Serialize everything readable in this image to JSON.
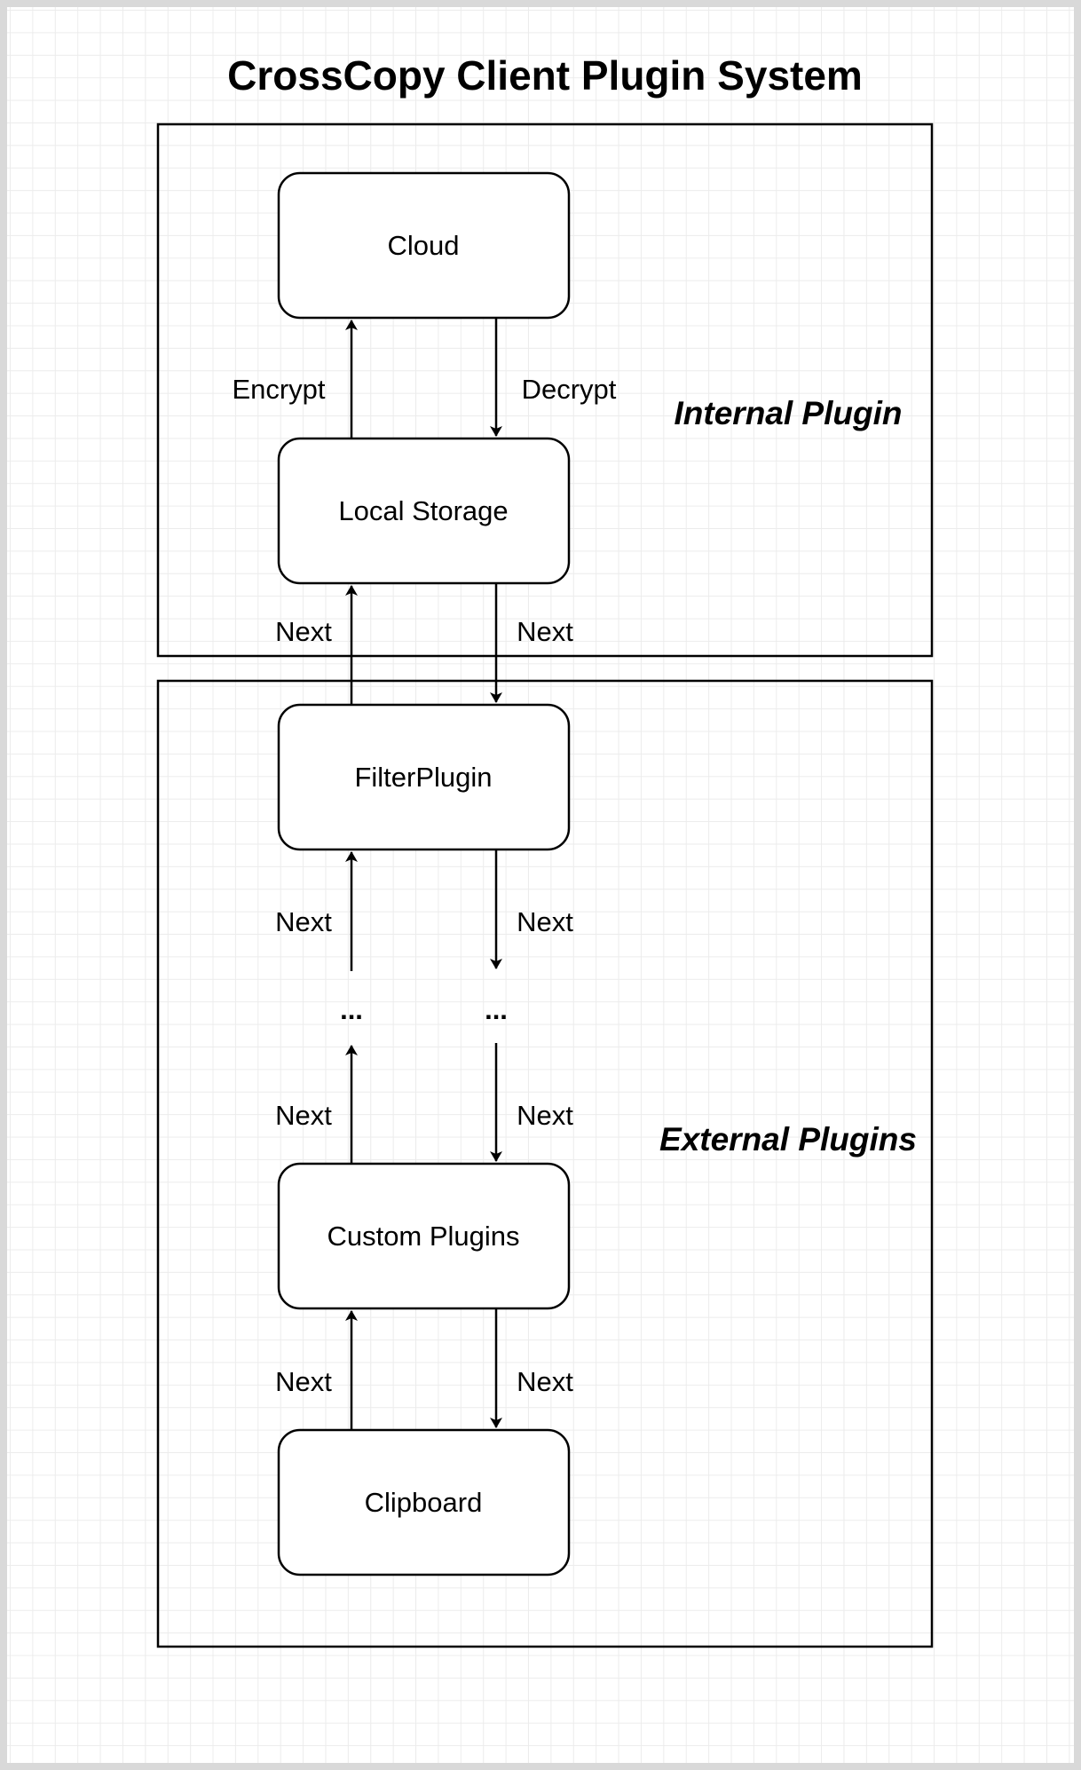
{
  "title": "CrossCopy Client Plugin System",
  "groups": {
    "internal": "Internal Plugin",
    "external": "External Plugins"
  },
  "nodes": {
    "cloud": "Cloud",
    "local_storage": "Local Storage",
    "filter_plugin": "FilterPlugin",
    "custom_plugins": "Custom Plugins",
    "clipboard": "Clipboard"
  },
  "edges": {
    "encrypt": "Encrypt",
    "decrypt": "Decrypt",
    "next": "Next"
  },
  "ellipsis": "..."
}
